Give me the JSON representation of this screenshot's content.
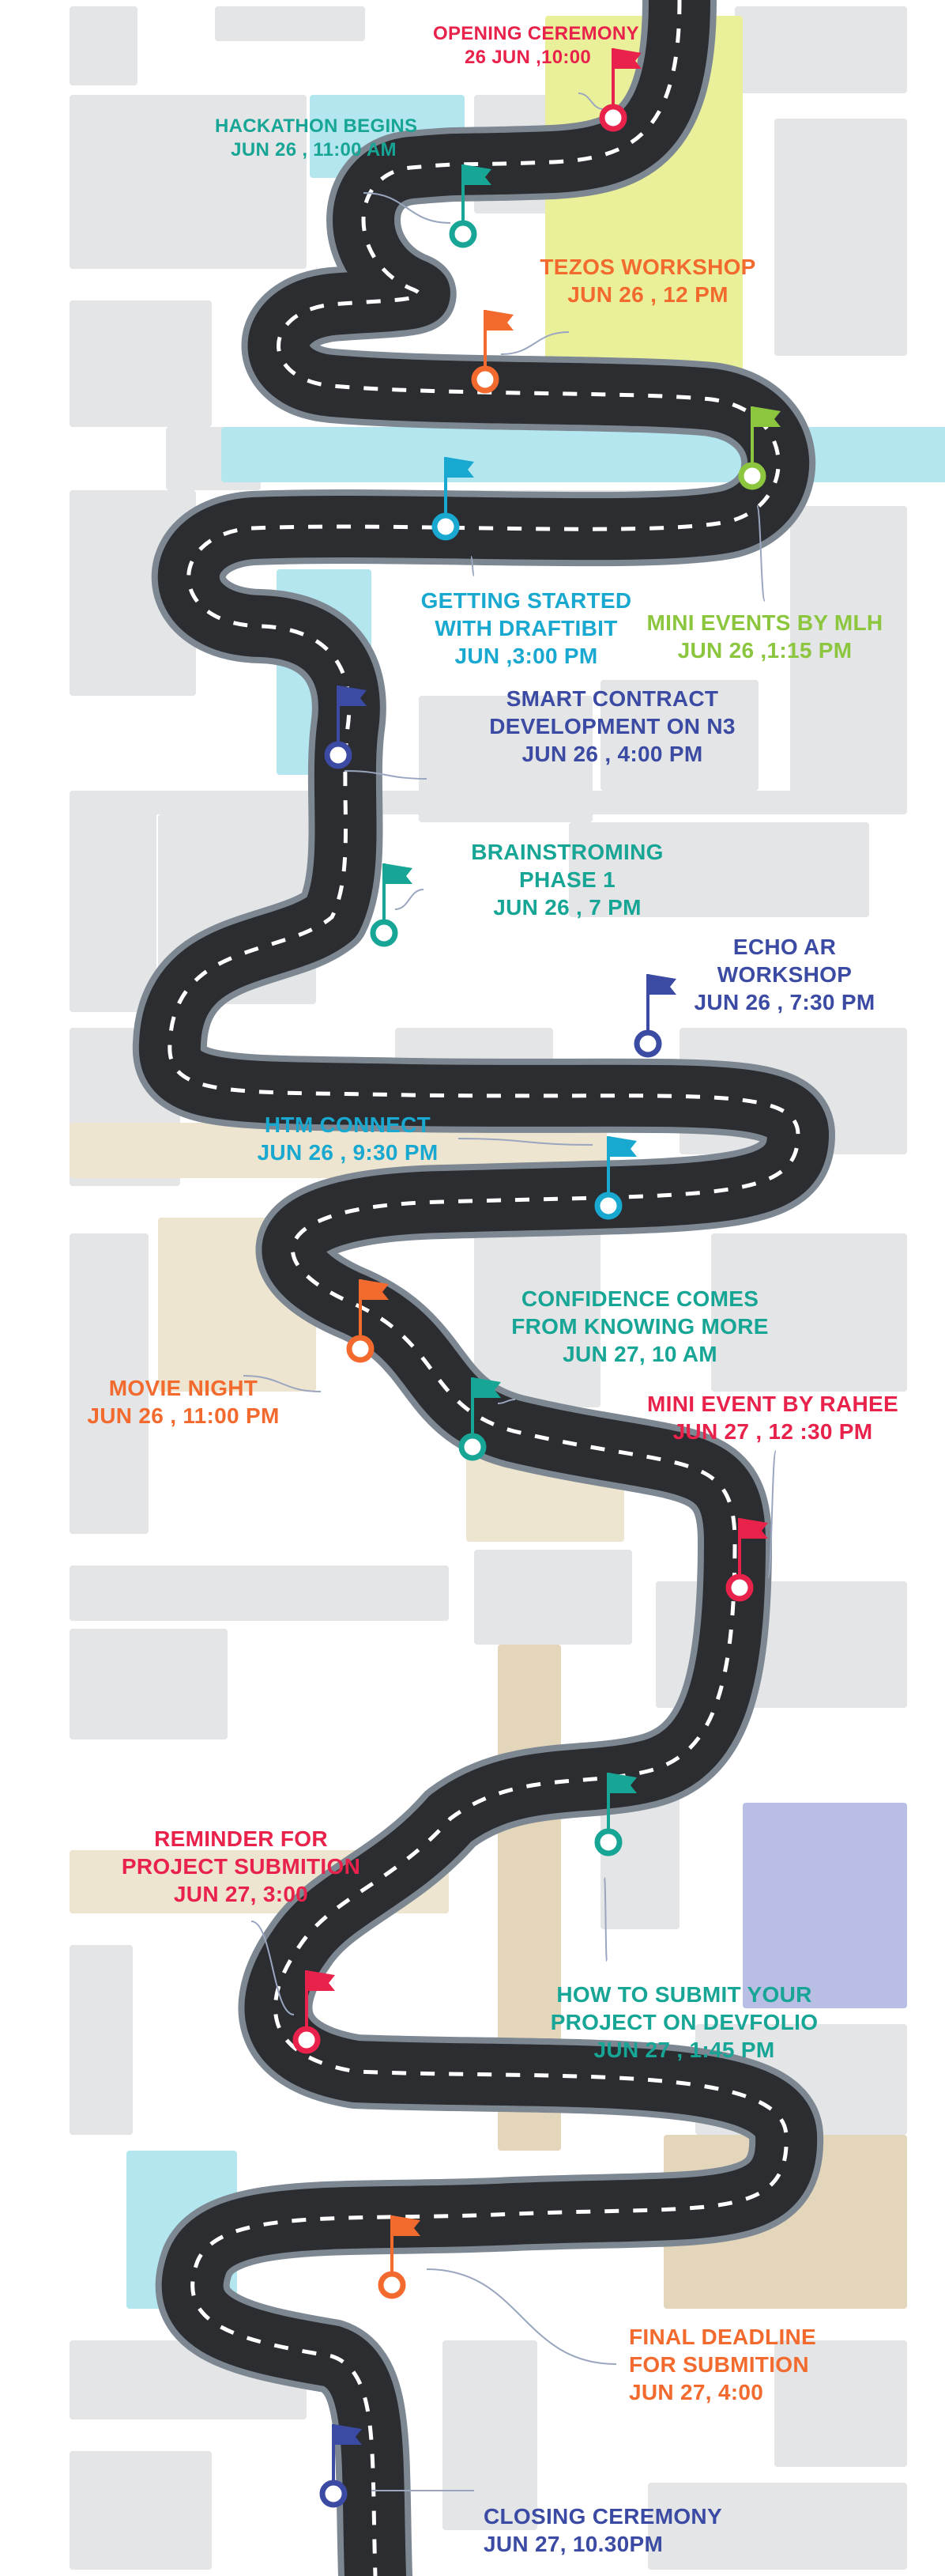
{
  "colors": {
    "road": "#2b2d31",
    "road_edge": "#7d8792",
    "lane_marks": "#ffffff",
    "red": "#e8224b",
    "teal": "#17a595",
    "orange": "#f26a2e",
    "lime": "#8cc63f",
    "cyan": "#19a8cf",
    "navy": "#3b4aa3",
    "block": "#e4e5e6",
    "water": "#b3e6ef",
    "park_yellow": "#eaf09a",
    "sand": "#ede5d0",
    "tan": "#e3d6bb",
    "lavender": "#b9bfe4"
  },
  "events": [
    {
      "id": "opening-ceremony",
      "color": "red",
      "lines": [
        "OPENING CEREMONY",
        "26 JUN ,10:00"
      ]
    },
    {
      "id": "hackathon-begins",
      "color": "teal",
      "lines": [
        "HACKATHON BEGINS",
        "JUN 26 , 11:00 AM"
      ]
    },
    {
      "id": "tezos-workshop",
      "color": "orange",
      "lines": [
        "TEZOS WORKSHOP",
        "JUN 26 , 12 PM"
      ]
    },
    {
      "id": "mini-events-mlh",
      "color": "lime",
      "lines": [
        "MINI EVENTS BY MLH",
        "JUN 26 ,1:15 PM"
      ]
    },
    {
      "id": "getting-started-draftbit",
      "color": "cyan",
      "lines": [
        "GETTING STARTED",
        "WITH DRAFTIBIT",
        "JUN ,3:00 PM"
      ]
    },
    {
      "id": "smart-contract-n3",
      "color": "navy",
      "lines": [
        "SMART CONTRACT",
        "DEVELOPMENT ON N3",
        "JUN 26 , 4:00 PM"
      ]
    },
    {
      "id": "brainstorming-phase-1",
      "color": "teal",
      "lines": [
        "BRAINSTROMING",
        "PHASE 1",
        "JUN 26 , 7 PM"
      ]
    },
    {
      "id": "echo-ar-workshop",
      "color": "navy",
      "lines": [
        "ECHO AR",
        "WORKSHOP",
        "JUN 26 , 7:30 PM"
      ]
    },
    {
      "id": "htm-connect",
      "color": "cyan",
      "lines": [
        "HTM CONNECT",
        "JUN 26 , 9:30 PM"
      ]
    },
    {
      "id": "confidence-knowing-more",
      "color": "teal",
      "lines": [
        "CONFIDENCE COMES",
        "FROM KNOWING MORE",
        "JUN 27, 10 AM"
      ]
    },
    {
      "id": "movie-night",
      "color": "orange",
      "lines": [
        "MOVIE NIGHT",
        "JUN 26 , 11:00 PM"
      ]
    },
    {
      "id": "mini-event-rahee",
      "color": "red",
      "lines": [
        "MINI EVENT BY RAHEE",
        "JUN 27 , 12 :30 PM"
      ]
    },
    {
      "id": "reminder-project-submission",
      "color": "red",
      "lines": [
        "REMINDER FOR",
        "PROJECT SUBMITION",
        "JUN 27, 3:00"
      ]
    },
    {
      "id": "how-to-submit-devfolio",
      "color": "teal",
      "lines": [
        "HOW TO SUBMIT YOUR",
        "PROJECT ON DEVFOLIO",
        "JUN 27 , 1:45 PM"
      ]
    },
    {
      "id": "final-deadline",
      "color": "orange",
      "lines": [
        "FINAL DEADLINE",
        "FOR SUBMITION",
        "JUN 27, 4:00"
      ]
    },
    {
      "id": "closing-ceremony",
      "color": "navy",
      "lines": [
        "CLOSING CEREMONY",
        "JUN 27, 10.30PM"
      ]
    }
  ]
}
